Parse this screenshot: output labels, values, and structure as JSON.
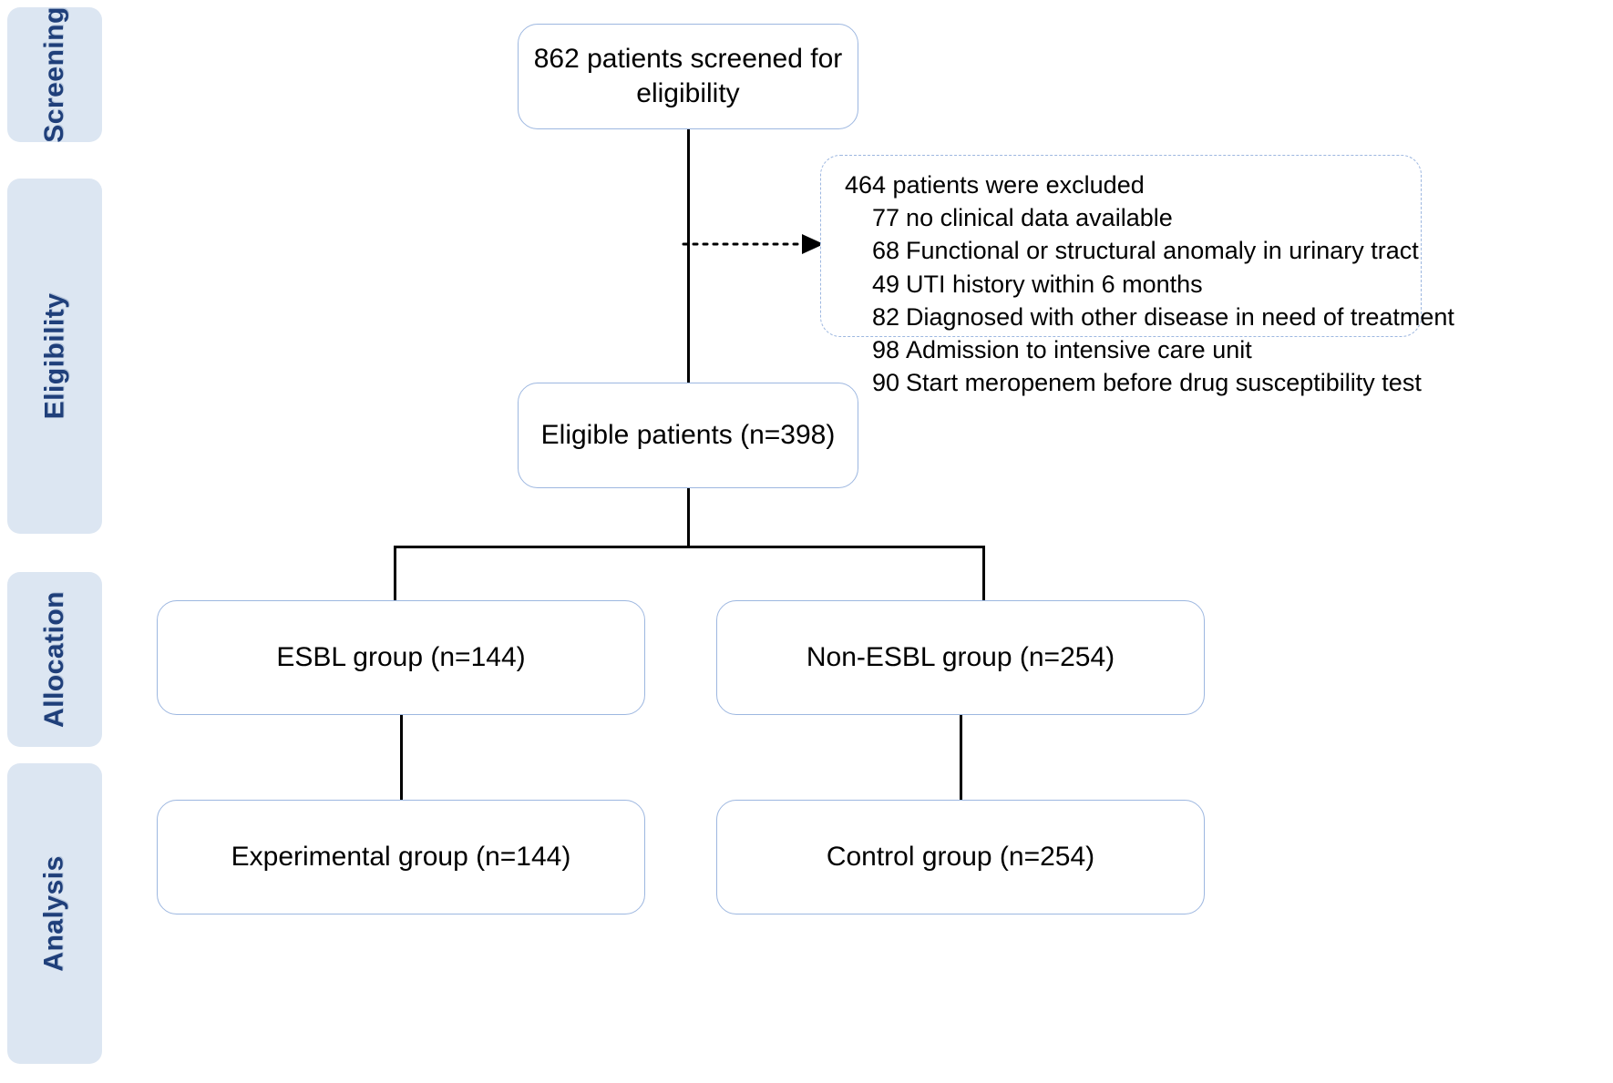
{
  "figure": {
    "type": "flow-diagram",
    "title": "Patient screening, eligibility, allocation and analysis flow diagram"
  },
  "stages": [
    {
      "id": "screening",
      "label": "Screening"
    },
    {
      "id": "eligibility",
      "label": "Eligibility"
    },
    {
      "id": "allocation",
      "label": "Allocation"
    },
    {
      "id": "analysis",
      "label": "Analysis"
    }
  ],
  "nodes": {
    "screened": {
      "line1": "862 patients screened for",
      "line2": "eligibility",
      "count": 862
    },
    "eligible": {
      "label": "Eligible patients (n=398)",
      "count": 398
    },
    "esbl_group": {
      "label": "ESBL group (n=144)",
      "count": 144
    },
    "non_esbl_group": {
      "label": "Non-ESBL group (n=254)",
      "count": 254
    },
    "experimental_group": {
      "label": "Experimental group (n=144)",
      "count": 144
    },
    "control_group": {
      "label": "Control group (n=254)",
      "count": 254
    }
  },
  "excluded": {
    "title": "464 patients were excluded",
    "total": 464,
    "reasons": [
      {
        "count": "77",
        "reason": "no clinical data available"
      },
      {
        "count": "68",
        "reason": "Functional or structural anomaly in urinary tract"
      },
      {
        "count": "49",
        "reason": "UTI history within 6 months"
      },
      {
        "count": "82",
        "reason": "Diagnosed with other disease in need of treatment"
      },
      {
        "count": "98",
        "reason": "Admission to intensive care unit"
      },
      {
        "count": "90",
        "reason": "Start meropenem before drug susceptibility test"
      }
    ]
  },
  "colors": {
    "stage_background": "#dce6f2",
    "stage_text": "#1f3f7a",
    "box_border": "#9db7e0",
    "box_background": "#ffffff",
    "connector": "#000000",
    "page_background": "#ffffff"
  }
}
